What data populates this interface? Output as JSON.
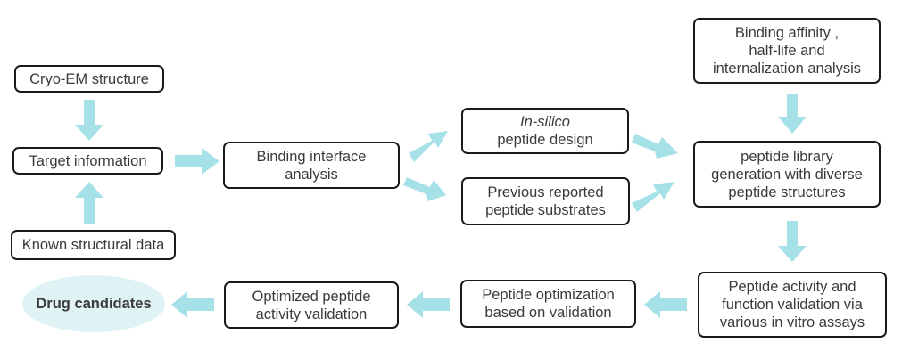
{
  "colors": {
    "arrow": "#a6e1e8",
    "border": "#1a1a1a",
    "text": "#3a3a3a",
    "oval": "#dff3f5"
  },
  "nodes": {
    "cryo_em": {
      "lines": [
        "Cryo-EM structure"
      ]
    },
    "target_info": {
      "lines": [
        "Target information"
      ]
    },
    "known_data": {
      "lines": [
        "Known structural data"
      ]
    },
    "binding_interface": {
      "lines": [
        "Binding interface",
        "analysis"
      ]
    },
    "in_silico": {
      "line1": "In-silico",
      "line2": "peptide design"
    },
    "previous_reported": {
      "lines": [
        "Previous reported",
        "peptide substrates"
      ]
    },
    "binding_affinity": {
      "lines": [
        "Binding affinity ,",
        "half-life and",
        "internalization analysis"
      ]
    },
    "peptide_library": {
      "lines": [
        "peptide library",
        "generation with diverse",
        "peptide structures"
      ]
    },
    "activity_validation": {
      "lines": [
        "Peptide activity and",
        "function validation via",
        "various in vitro assays"
      ]
    },
    "peptide_optimization": {
      "lines": [
        "Peptide optimization",
        "based on validation"
      ]
    },
    "optimized_validation": {
      "lines": [
        "Optimized peptide",
        "activity validation"
      ]
    },
    "drug_candidates": {
      "label": "Drug candidates"
    }
  }
}
